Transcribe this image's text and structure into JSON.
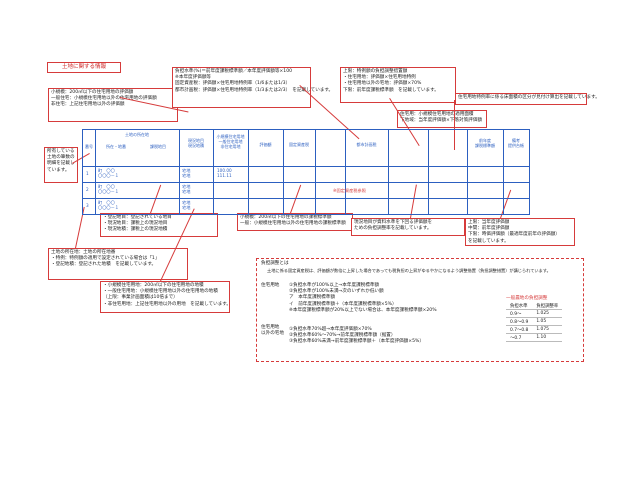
{
  "title": "土地に関する情報",
  "notes": {
    "n1": "小規模：200㎡以下の住宅用地の評価額\n一般住宅：小規模住宅用地以外の住宅用地の評価額\n非住宅：上記住宅用地以外の評価額",
    "n2": "負担水準(%)＝前年度課税標準額／本年度評価額等×100\n※本年度評価額等\n固定資産税：評価額×住宅用地特例率（1/6または1/3）\n都市計画税：評価額×住宅用地特例率（1/3または2/3）　を記載しています。",
    "n3": "上限：特例額の負担調整措置額\n・住宅用地：評価額×住宅用地特例\n・住宅用地以外の宅地：評価額×70%\n下限：前年度課税標準額　を記載しています。",
    "n4": "住宅用地特例率に係る床面積の区分が見付け算出を記載しています。",
    "n5": "所有している土地の筆数の明細を記載しています。",
    "n6": "・登記地目：登記されている地目\n・現況地目：課税上の現況地目\n・現況地積：課税上の現況地積",
    "n7": "小規模：200㎡以下の住宅用地の課税標準額\n一般：小規模住宅用地以外の住宅用地の課税標準額",
    "n8": "住宅用：小規模住宅用地の適用面積\n下地域：当年度評価額×下落対策評価額",
    "n9": "上限：当年度評価額\n中間：前年度評価額\n下限：時価評価額（最適年度前年の評価額）\nを記載しています。",
    "n10": "現況地目が資料水準を下回る評価額を\nための負担調整率を記載しています。",
    "n11": "土地の所在地：土地の所在地番\n・特例：特例額の適用で設定されている場合は「1」\n・登記地積：登記された地積　を記載しています。",
    "n12": "・小規模住宅用地：200㎡以下の住宅用地の地積\n・一般住宅用地：小規模住宅用地以外の住宅用地の地積\n（上限：事業計画面積は10倍まで）\n・非住宅用地：上記住宅用地以外の用地　を記載しています。"
  },
  "burden": {
    "title": "負担調整とは",
    "lead": "土地に係る固定資産税は、評価額が数倍に上昇した場合であっても税負担の上昇がゆるやかになるよう調整措置（負担調整措置）が講じられています。",
    "residential_label": "住宅用地",
    "res_lines": "①負担水準が100%以上→本年度課税標準額\n②負担水準が100%未満→次のいずれか低い額\nア　本年度課税標準額\nイ　前年度課税標準額＋（本年度課税標準額×5%）\n※本年度課税標準額が20%以上でない場合は、本年度課税標準額×20%",
    "non_res_label": "住宅用地\n以外の宅地",
    "non_lines": "①負担水準70%超→本年度評価額×70%\n②負担水準60%〜70%→前年度課税標準額（据置）\n③負担水準60%未満→前年度課税標準額＋（本年度評価額×5%）"
  },
  "ratio": {
    "caption": "一般農地の負担調整",
    "headers": [
      "負担水準",
      "負担調整率"
    ],
    "rows": [
      [
        "0.9〜",
        "1.025"
      ],
      [
        "0.8〜0.9",
        "1.05"
      ],
      [
        "0.7〜0.8",
        "1.075"
      ],
      [
        "〜0.7",
        "1.10"
      ]
    ]
  },
  "table": {
    "no_header": "番号",
    "loc_header": "土地の所在地",
    "loc_sub": "所在・地番",
    "tax_sub": "課税地目",
    "reg_sub": "登記地目",
    "area_header": "現況地目\n現況地積",
    "small_header": "小規模住宅用地\n一般住宅用地\n非住宅用地",
    "value_header": "評価額",
    "std_header": "固定資産税",
    "city_header": "都市計画税",
    "ratio_header": "前年度\n課税標準額",
    "note_header": "備考\n提供台帳",
    "cells_r1": "町　〇〇\n〇〇〇－１",
    "cells_r2": "町　〇〇\n〇〇〇－１",
    "cells_r3": "町　〇〇\n〇〇〇－１",
    "rownum": [
      "1",
      "2",
      "3"
    ],
    "use": "宅地\n宅地",
    "area_val": "100.00\n111.11",
    "center_note": "※固定資産税参照"
  }
}
